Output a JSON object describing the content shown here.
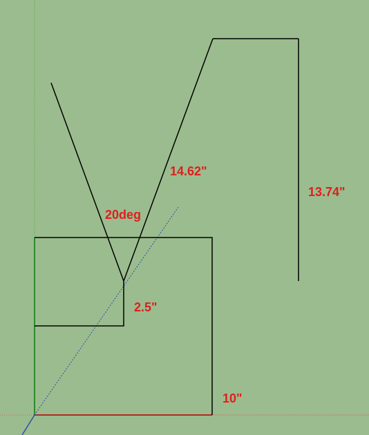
{
  "colors": {
    "background": "#9bbc8e",
    "edge": "#000000",
    "dimension_text": "#e01e1e",
    "axis_red": "#c0392b",
    "axis_green": "#2e8b2e",
    "axis_blue": "#2f4fa8"
  },
  "dimensions": {
    "slant_length": "14.62\"",
    "vertical_length": "13.74\"",
    "angle": "20deg",
    "small_height": "2.5\"",
    "base_width": "10\""
  }
}
